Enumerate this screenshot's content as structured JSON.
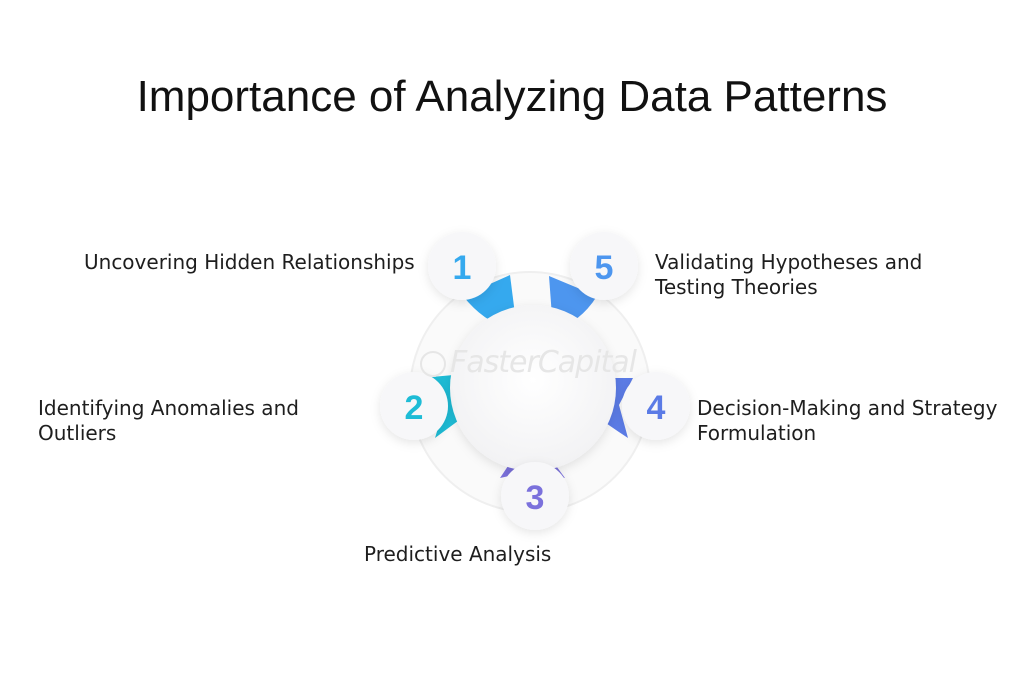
{
  "title": "Importance of Analyzing Data Patterns",
  "watermark": "FasterCapital",
  "steps": [
    {
      "number": "1",
      "label": "Uncovering Hidden Relationships",
      "color": "#35a9ee"
    },
    {
      "number": "2",
      "label": "Identifying Anomalies and\nOutliers",
      "color": "#1ebcd6"
    },
    {
      "number": "3",
      "label": "Predictive Analysis",
      "color": "#7b71dc"
    },
    {
      "number": "4",
      "label": "Decision-Making and Strategy\nFormulation",
      "color": "#5b7be6"
    },
    {
      "number": "5",
      "label": "Validating Hypotheses and\nTesting Theories",
      "color": "#4d96ef"
    }
  ]
}
